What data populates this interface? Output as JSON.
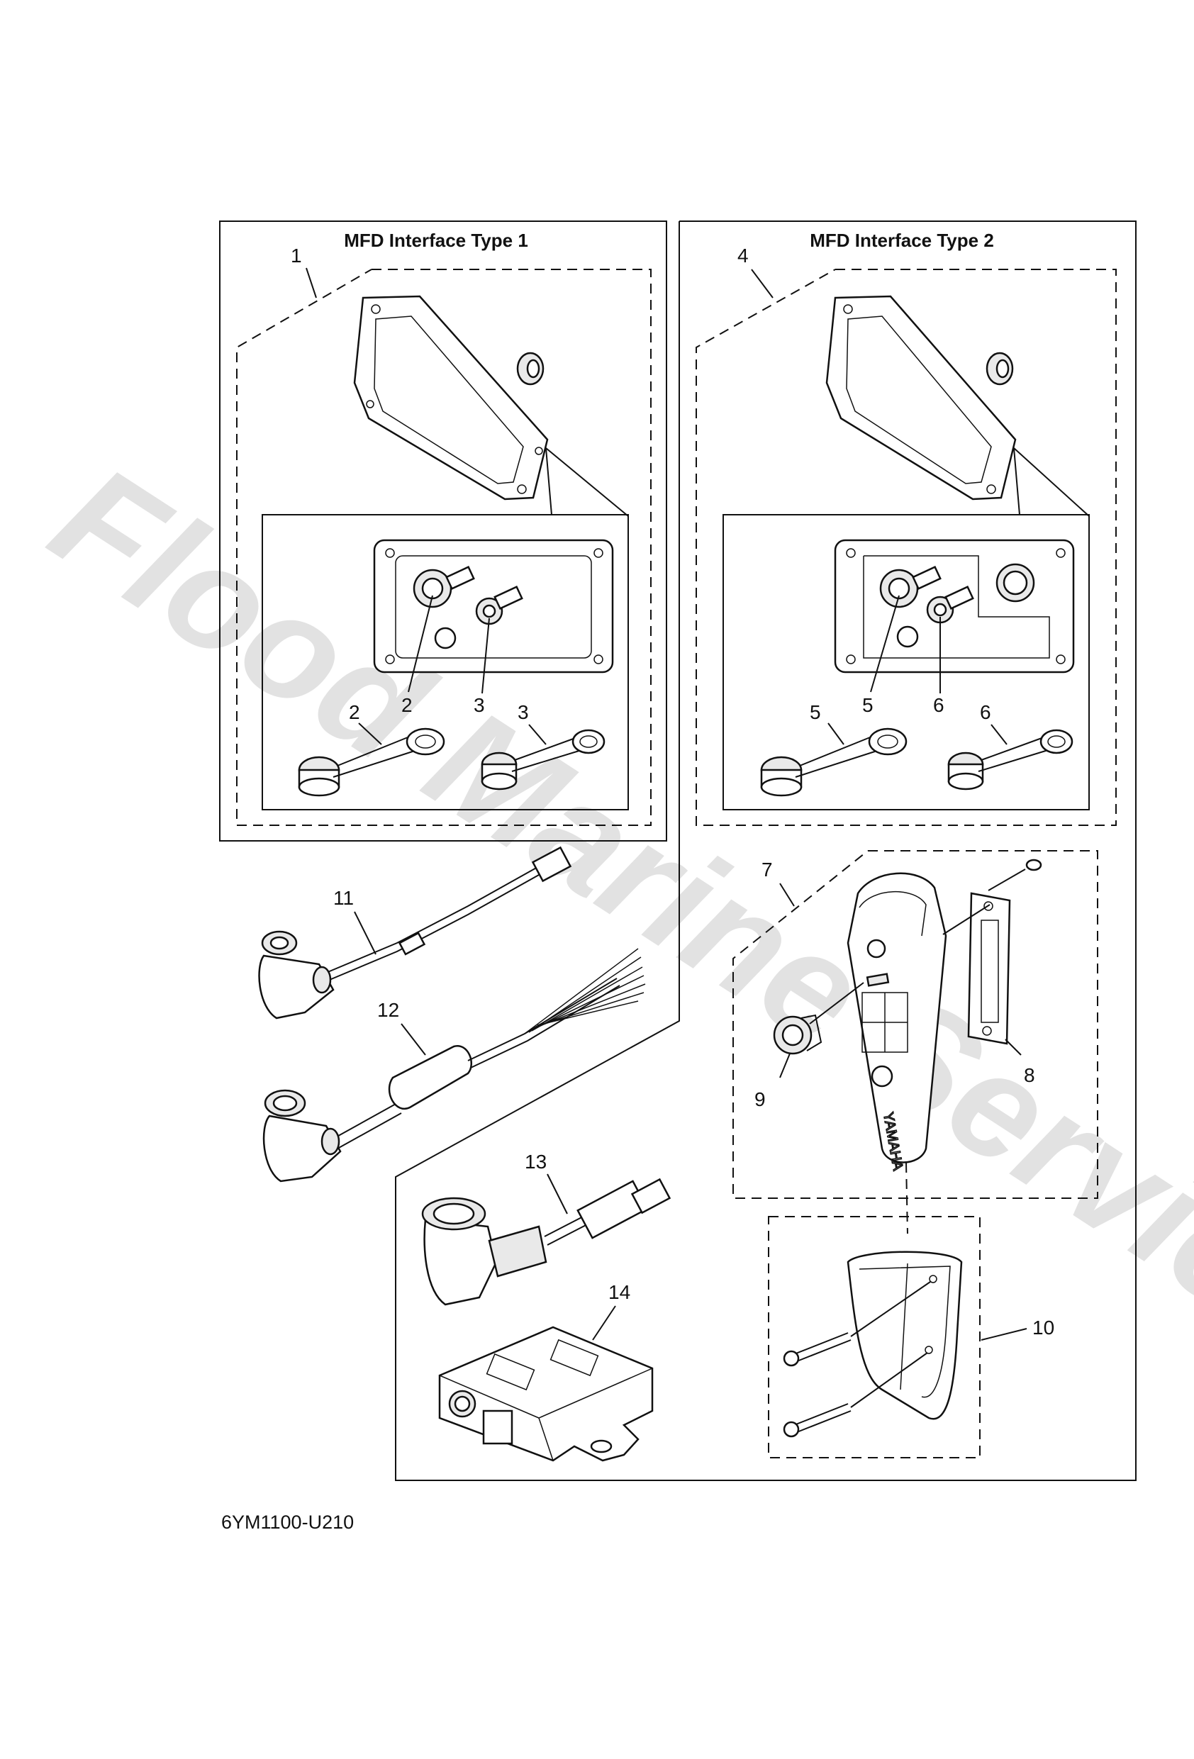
{
  "diagram": {
    "panels": [
      {
        "id": "type1",
        "title": "MFD Interface Type 1"
      },
      {
        "id": "type2",
        "title": "MFD Interface Type 2"
      }
    ],
    "callouts": [
      "1",
      "2",
      "3",
      "2",
      "3",
      "4",
      "5",
      "6",
      "5",
      "6",
      "7",
      "8",
      "9",
      "10",
      "11",
      "12",
      "13",
      "14"
    ],
    "diagram_code": "6YM1100-U210",
    "watermark": "Flood Marine Services"
  }
}
